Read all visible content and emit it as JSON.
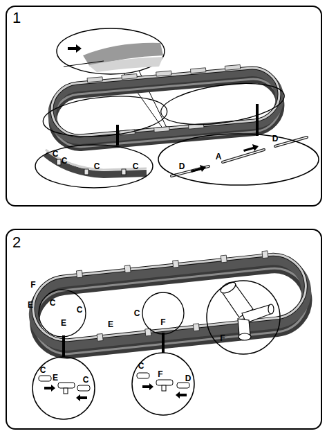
{
  "diagram": {
    "nodes": [
      {
        "text": [
          "1"
        ]
      },
      {
        "text": [
          "C",
          "C",
          "C",
          "C"
        ],
        "in": 0
      },
      {
        "text": [
          "D",
          "A",
          "D"
        ],
        "in": 0
      },
      {
        "text": [
          "2"
        ]
      },
      {
        "text": [
          "C",
          "E",
          "C"
        ],
        "in": 3
      },
      {
        "text": [
          "C",
          "F",
          "D"
        ],
        "in": 3
      },
      {
        "text": [
          "F"
        ],
        "in": 3
      }
    ],
    "labels": [
      "F",
      "E",
      "C",
      "C",
      "E",
      "E",
      "C",
      "F"
    ]
  }
}
